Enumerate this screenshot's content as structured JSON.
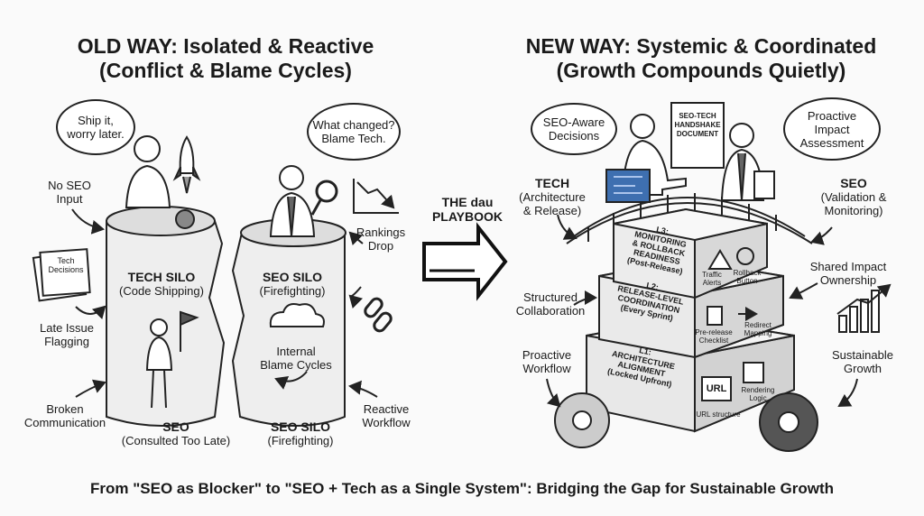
{
  "left": {
    "title_line1": "OLD WAY: Isolated & Reactive",
    "title_line2": "(Conflict & Blame Cycles)",
    "bubble_ship": "Ship it,\nworry later.",
    "bubble_what": "What changed?\nBlame Tech.",
    "no_seo_input": "No SEO\nInput",
    "tech_decisions": "Tech\nDecisions",
    "late_issue": "Late Issue\nFlagging",
    "broken_comm": "Broken\nCommunication",
    "tech_silo_title": "TECH SILO",
    "tech_silo_sub": "(Code Shipping)",
    "seo_silo_title": "SEO SILO",
    "seo_silo_sub": "(Firefighting)",
    "internal_blame": "Internal\nBlame Cycles",
    "rankings_drop": "Rankings\nDrop",
    "seo_person": "SEO",
    "seo_person_sub": "(Consulted Too Late)",
    "seo_silo_bottom": "SEO SILO",
    "seo_silo_bottom_sub": "(Firefighting)",
    "reactive_workflow": "Reactive\nWorkflow"
  },
  "middle": {
    "playbook": "THE dau\nPLAYBOOK"
  },
  "right": {
    "title_line1": "NEW WAY: Systemic & Coordinated",
    "title_line2": "(Growth Compounds Quietly)",
    "bubble_aware": "SEO-Aware\nDecisions",
    "handshake_doc": "SEO-TECH\nHANDSHAKE\nDOCUMENT",
    "bubble_proactive": "Proactive\nImpact\nAssessment",
    "tech_role": "TECH",
    "tech_role_sub": "(Architecture\n& Release)",
    "seo_role": "SEO",
    "seo_role_sub": "(Validation &\nMonitoring)",
    "structured": "Structured\nCollaboration",
    "shared_impact": "Shared Impact\nOwnership",
    "proactive_workflow": "Proactive\nWorkflow",
    "sustainable": "Sustainable\nGrowth",
    "l3": "L3:\nMONITORING\n& ROLLBACK\nREADINESS\n(Post-Release)",
    "l3_a": "Traffic\nAlerts",
    "l3_b": "Rollback\nButton",
    "l2": "L2:\nRELEASE-LEVEL\nCOORDINATION\n(Every Sprint)",
    "l2_a": "Pre-release\nChecklist",
    "l2_b": "Redirect\nMapping",
    "l1": "L1:\nARCHITECTURE\nALIGNMENT\n(Locked Upfront)",
    "l1_a": "URL structure",
    "l1_url": "URL",
    "l1_b": "Rendering\nLogic"
  },
  "footer": "From \"SEO as Blocker\" to \"SEO + Tech as a Single System\": Bridging the Gap for Sustainable Growth"
}
